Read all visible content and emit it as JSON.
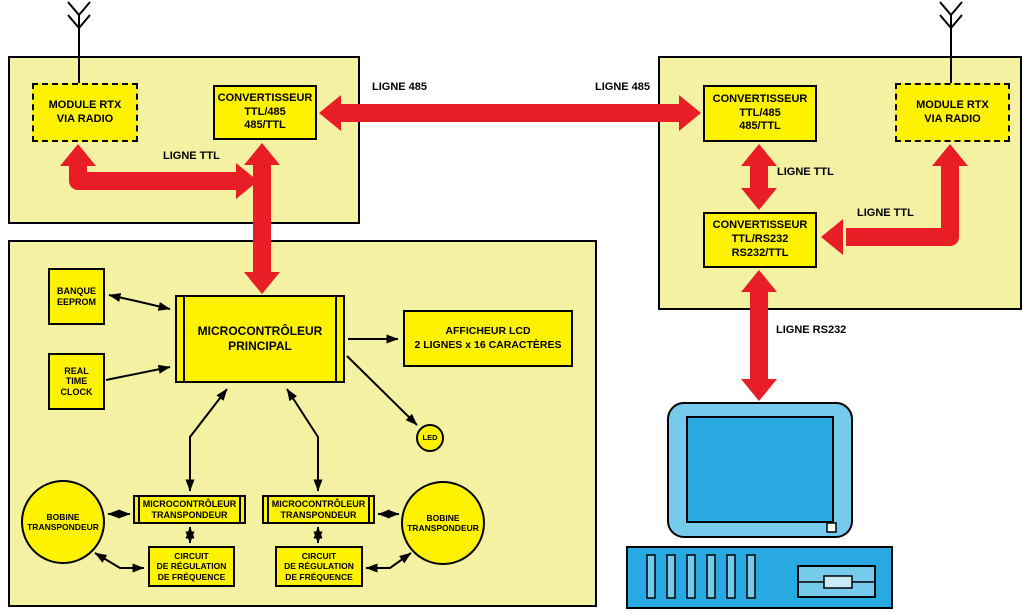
{
  "colors": {
    "background": "#FFFFFF",
    "panel_fill": "#F5F1A3",
    "block_fill": "#FFF200",
    "arrow_red": "#E91D26",
    "line_black": "#000000",
    "monitor_light_blue": "#76CBED",
    "monitor_dark_blue": "#29A9E2",
    "floppy_inner": "#C9EAF8",
    "button_white": "#FFFFFF"
  },
  "top_left_unit": {
    "module_rtx": "MODULE RTX\nVIA RADIO",
    "convertisseur": "CONVERTISSEUR\nTTL/485\n485/TTL",
    "ligne_ttl_label": "LIGNE TTL"
  },
  "top_right_unit": {
    "convertisseur_485": "CONVERTISSEUR\nTTL/485\n485/TTL",
    "module_rtx": "MODULE RTX\nVIA RADIO",
    "ligne_ttl_label_1": "LIGNE TTL",
    "ligne_ttl_label_2": "LIGNE TTL",
    "convertisseur_rs232": "CONVERTISSEUR\nTTL/RS232\nRS232/TTL"
  },
  "links": {
    "ligne_485_left": "LIGNE 485",
    "ligne_485_right": "LIGNE 485",
    "ligne_rs232": "LIGNE RS232"
  },
  "main_unit": {
    "banque_eeprom": "BANQUE\nEEPROM",
    "real_time_clock": "REAL\nTIME\nCLOCK",
    "microcontroleur_principal": "MICROCONTRÔLEUR\nPRINCIPAL",
    "afficheur_lcd": "AFFICHEUR LCD\n2 LIGNES x 16 CARACTÈRES",
    "led": "LED",
    "microcontroleur_transpondeur_left": "MICROCONTRÔLEUR\nTRANSPONDEUR",
    "microcontroleur_transpondeur_right": "MICROCONTRÔLEUR\nTRANSPONDEUR",
    "circuit_regulation_left": "CIRCUIT\nDE RÉGULATION\nDE FRÉQUENCE",
    "circuit_regulation_right": "CIRCUIT\nDE RÉGULATION\nDE FRÉQUENCE",
    "bobine_transpondeur_left": "BOBINE\nTRANSPONDEUR",
    "bobine_transpondeur_right": "BOBINE\nTRANSPONDEUR"
  }
}
